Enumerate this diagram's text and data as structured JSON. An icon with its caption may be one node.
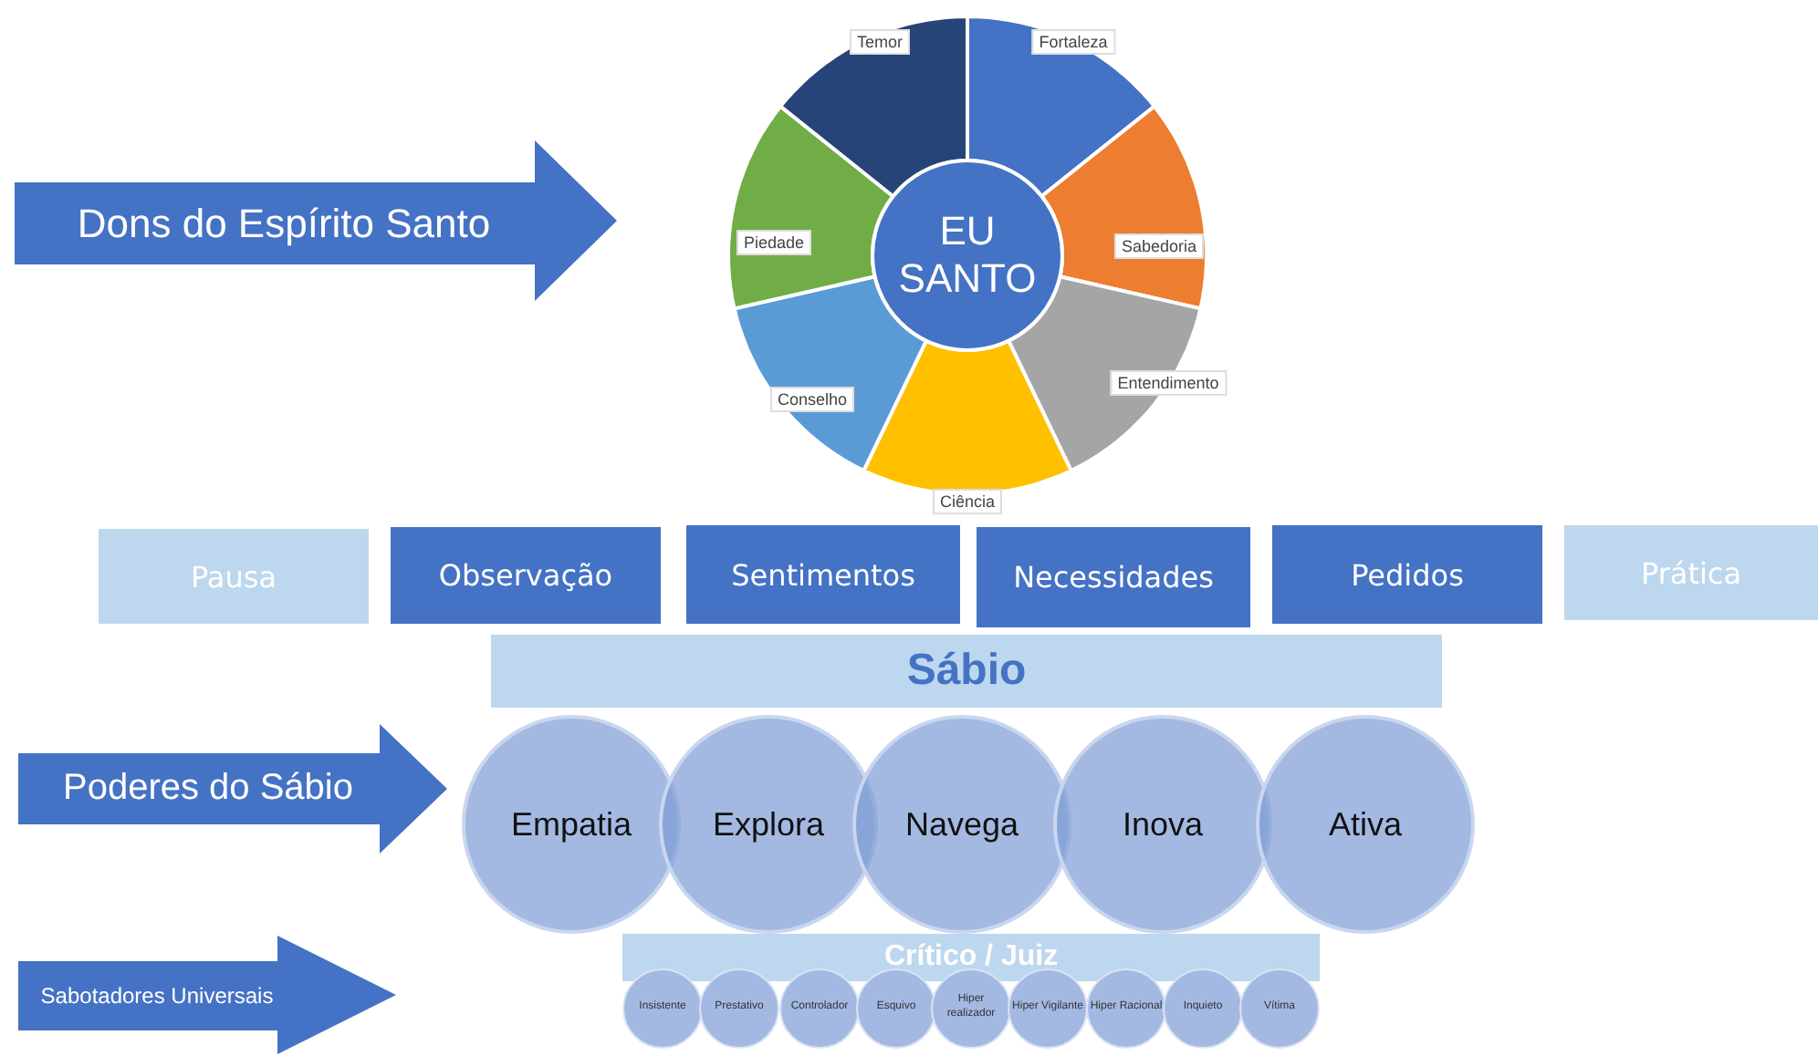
{
  "diagram": {
    "nodes": [
      {
        "text": [
          "Dons do Espírito Santo"
        ]
      },
      {
        "text": [
          "Fortaleza"
        ]
      },
      {
        "text": [
          "Sabedoria"
        ]
      },
      {
        "text": [
          "Entendimento"
        ]
      },
      {
        "text": [
          "Ciência"
        ]
      },
      {
        "text": [
          "Conselho"
        ]
      },
      {
        "text": [
          "Piedade"
        ]
      },
      {
        "text": [
          "Temor"
        ]
      },
      {
        "text": [
          "EU SANTO"
        ]
      },
      {
        "text": [
          "Pausa"
        ]
      },
      {
        "text": [
          "Observação"
        ]
      },
      {
        "text": [
          "Sentimentos"
        ]
      },
      {
        "text": [
          "Necessidades"
        ]
      },
      {
        "text": [
          "Pedidos"
        ]
      },
      {
        "text": [
          "Prática"
        ]
      },
      {
        "text": [
          "Sábio"
        ]
      },
      {
        "text": [
          "Poderes do Sábio"
        ]
      },
      {
        "text": [
          "Empatia"
        ]
      },
      {
        "text": [
          "Explora"
        ]
      },
      {
        "text": [
          "Navega"
        ]
      },
      {
        "text": [
          "Inova"
        ]
      },
      {
        "text": [
          "Ativa"
        ]
      },
      {
        "text": [
          "Sabotadores Universais"
        ]
      },
      {
        "text": [
          "Crítico / Juiz"
        ]
      },
      {
        "text": [
          "Insistente"
        ]
      },
      {
        "text": [
          "Prestativo"
        ]
      },
      {
        "text": [
          "Controlador"
        ]
      },
      {
        "text": [
          "Esquivo"
        ]
      },
      {
        "text": [
          "Hiper realizador"
        ]
      },
      {
        "text": [
          "Hiper Vigilante"
        ]
      },
      {
        "text": [
          "Hiper Racional"
        ]
      },
      {
        "text": [
          "Inquieto"
        ]
      },
      {
        "text": [
          "Vítima"
        ]
      }
    ]
  }
}
